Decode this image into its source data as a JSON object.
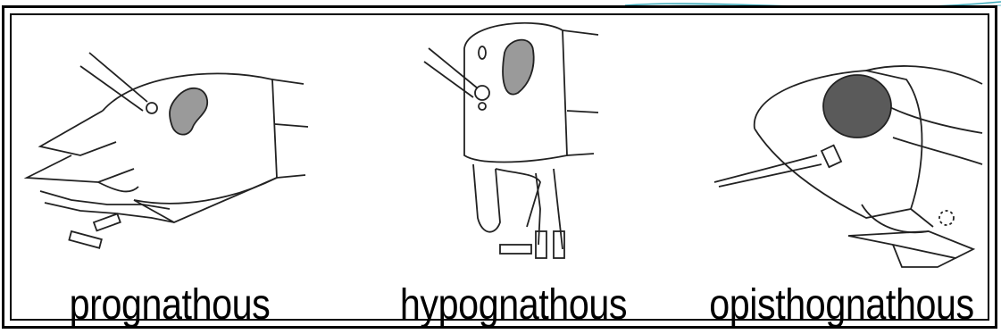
{
  "figure": {
    "panels": [
      {
        "label": "prognathous",
        "icon": "prognathous-head-drawing"
      },
      {
        "label": "hypognathous",
        "icon": "hypognathous-head-drawing"
      },
      {
        "label": "opisthognathous",
        "icon": "opisthognathous-head-drawing"
      }
    ],
    "colors": {
      "eye_fill": "#9a9a9a",
      "stroke": "#222222",
      "background": "#ffffff",
      "decor_teal": "#3aa8b8"
    }
  }
}
